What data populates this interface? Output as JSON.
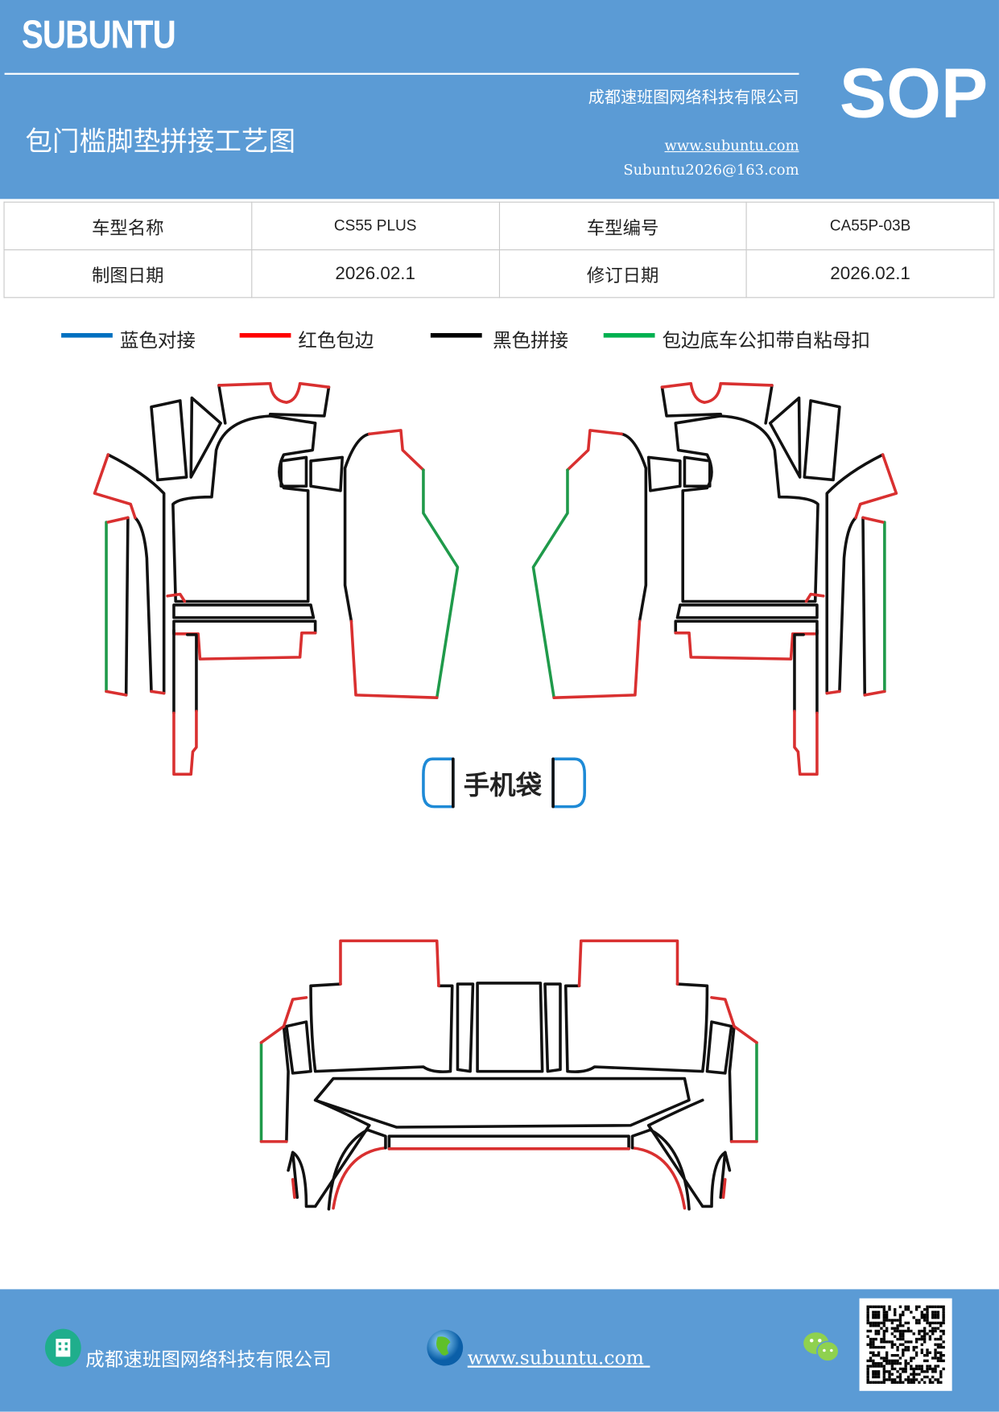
{
  "header": {
    "logo": "SUBUNTU",
    "company": "成都速班图网络科技有限公司",
    "title": "包门槛脚垫拼接工艺图",
    "website": "www.subuntu.com",
    "email": "Subuntu2026@163.com",
    "badge": "SOP",
    "bg_color": "#5b9bd5"
  },
  "info_table": [
    [
      "车型名称",
      "CS55 PLUS",
      "车型编号",
      "CA55P-03B"
    ],
    [
      "制图日期",
      "2026.02.1",
      "修订日期",
      "2026.02.1"
    ]
  ],
  "legend": [
    {
      "label": "蓝色对接",
      "color": "#0070c0"
    },
    {
      "label": "红色包边",
      "color": "#ff0000"
    },
    {
      "label": "黑色拼接",
      "color": "#000000"
    },
    {
      "label": "包边底车公扣带自粘母扣",
      "color": "#00b050"
    }
  ],
  "diagram": {
    "phone_pouch_label": "手机袋",
    "colors": {
      "black": "#111111",
      "red": "#d93030",
      "green": "#1f9a4a",
      "blue": "#1e8ad6"
    }
  },
  "footer": {
    "company": "成都速班图网络科技有限公司",
    "website": "www.subuntu.com ",
    "icons": [
      "building-icon",
      "globe-icon",
      "wechat-icon",
      "qr-code"
    ]
  }
}
